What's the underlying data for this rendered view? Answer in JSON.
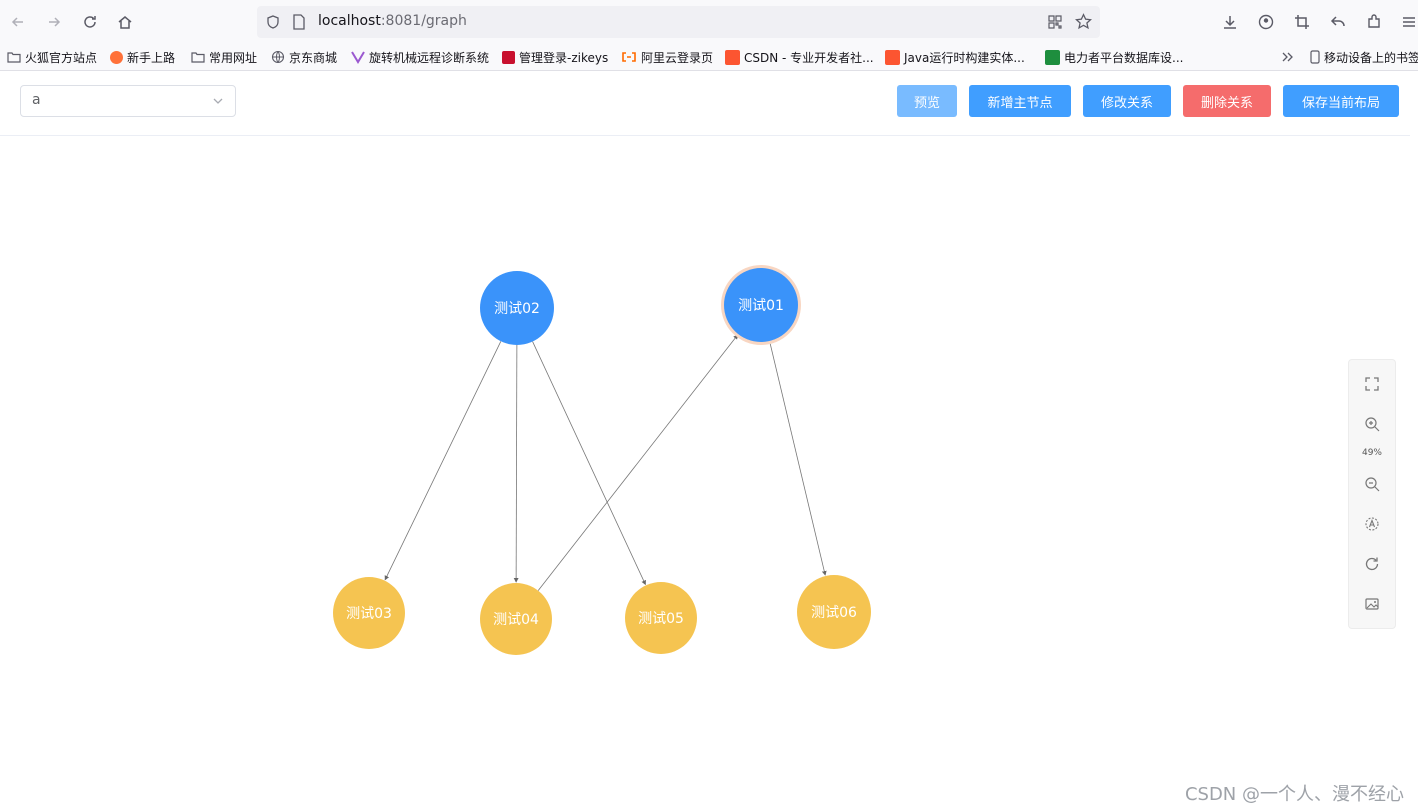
{
  "browser": {
    "url_host": "localhost",
    "url_path": ":8081/graph",
    "bookmarks": [
      {
        "label": "火狐官方站点"
      },
      {
        "label": "新手上路"
      },
      {
        "label": "常用网址"
      },
      {
        "label": "京东商城"
      },
      {
        "label": "旋转机械远程诊断系统"
      },
      {
        "label": "管理登录-zikeys"
      },
      {
        "label": "阿里云登录页"
      },
      {
        "label": "CSDN - 专业开发者社..."
      },
      {
        "label": "Java运行时构建实体..."
      },
      {
        "label": "电力者平台数据库设..."
      }
    ],
    "mobile_bookmarks": "移动设备上的书签"
  },
  "toolbar": {
    "select_value": "a",
    "buttons": [
      "预览",
      "新增主节点",
      "修改关系",
      "删除关系",
      "保存当前布局"
    ]
  },
  "graph": {
    "nodes": [
      {
        "id": "n2",
        "label": "测试02",
        "color": "#3a93fa"
      },
      {
        "id": "n1",
        "label": "测试01",
        "color": "#3a93fa",
        "selected": true
      },
      {
        "id": "n3",
        "label": "测试03",
        "color": "#f5c451"
      },
      {
        "id": "n4",
        "label": "测试04",
        "color": "#f5c451"
      },
      {
        "id": "n5",
        "label": "测试05",
        "color": "#f5c451"
      },
      {
        "id": "n6",
        "label": "测试06",
        "color": "#f5c451"
      }
    ],
    "edges": [
      {
        "from": "测试02",
        "to": "测试03"
      },
      {
        "from": "测试02",
        "to": "测试04"
      },
      {
        "from": "测试02",
        "to": "测试05"
      },
      {
        "from": "测试04",
        "to": "测试01"
      },
      {
        "from": "测试01",
        "to": "测试06"
      }
    ]
  },
  "right_tools": {
    "zoom": "49%",
    "icons": [
      "fullscreen-icon",
      "zoom-in-icon",
      "zoom-out-icon",
      "auto-layout-icon",
      "refresh-icon",
      "image-download-icon"
    ]
  },
  "watermark": "CSDN @一个人、漫不经心"
}
